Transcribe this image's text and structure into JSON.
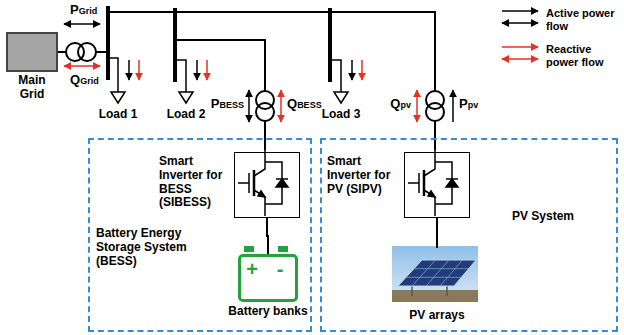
{
  "diagram": {
    "nodes": [
      {
        "text": [
          "Main Grid"
        ]
      },
      {
        "text": [
          "Battery Energy Storage System (BESS)"
        ]
      },
      {
        "text": [
          "Smart Inverter for BESS (SIBESS)"
        ],
        "in": 1
      },
      {
        "text": [
          "Battery banks"
        ],
        "in": 1
      },
      {
        "text": [
          "PV System"
        ]
      },
      {
        "text": [
          "Smart Inverter for PV (SIPV)"
        ],
        "in": 4
      },
      {
        "text": [
          "PV arrays"
        ],
        "in": 4
      }
    ],
    "edges": [
      {
        "from": 2,
        "to": 3,
        "arrow": "none"
      },
      {
        "from": 5,
        "to": 6,
        "arrow": "none"
      }
    ],
    "labels": [
      "PGrid",
      "QGrid",
      "Load 1",
      "Load 2",
      "PBESS",
      "QBESS",
      "Load 3",
      "Qpv",
      "Ppv",
      "+",
      "-"
    ],
    "legend": [
      {
        "text": "Active power flow"
      },
      {
        "text": "Reactive power flow"
      }
    ]
  }
}
